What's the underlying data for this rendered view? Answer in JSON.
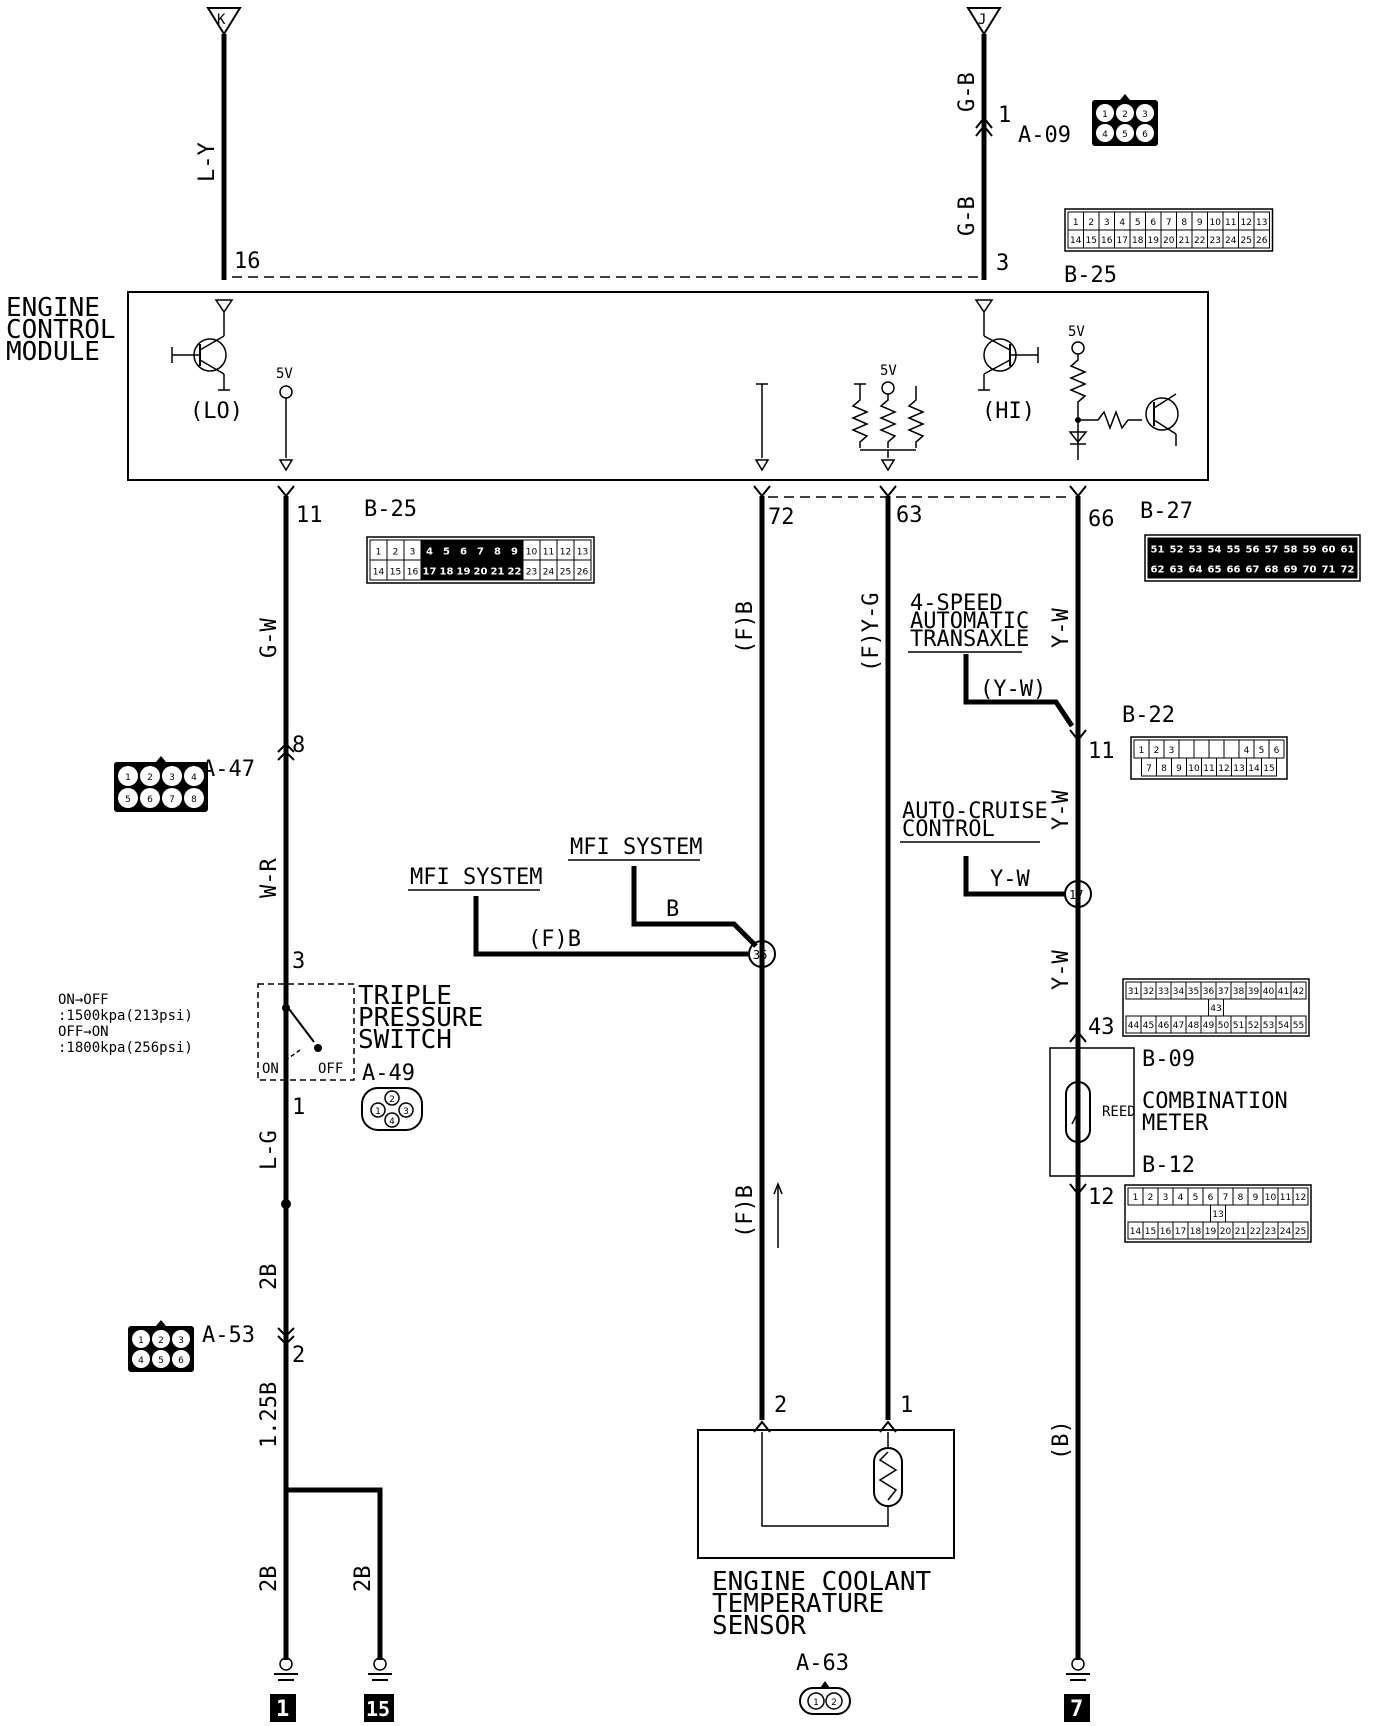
{
  "connectors_top": {
    "k": "K",
    "j": "J"
  },
  "wires": {
    "ly": "L-Y",
    "gb1": "G-B",
    "gb2": "G-B",
    "gw": "G-W",
    "wr": "W-R",
    "lg": "L-G",
    "twoB1": "2B",
    "one25B": "1.25B",
    "twoB_left": "2B",
    "twoB_right": "2B",
    "fb1": "(F)B",
    "fyg": "(F)Y-G",
    "fb2": "(F)B",
    "yw1": "Y-W",
    "yw2": "Y-W",
    "yw3": "Y-W",
    "bparen": "(B)",
    "yw_branch": "(Y-W)",
    "yw_cruise": "Y-W",
    "b_mfi": "B",
    "fb_mfi": "(F)B"
  },
  "pins": {
    "p16": "16",
    "p3_top": "3",
    "p1_a09": "1",
    "p11": "11",
    "p72": "72",
    "p63": "63",
    "p66": "66",
    "p8": "8",
    "p3_sw": "3",
    "p1_sw": "1",
    "p2_a53": "2",
    "p2_ects": "2",
    "p1_ects": "1",
    "p11_b22": "11",
    "p43": "43",
    "p12": "12",
    "junction35": "35",
    "junction17": "17"
  },
  "connectors": {
    "a09": "A-09",
    "b25_top": "B-25",
    "b25": "B-25",
    "b27": "B-27",
    "b22": "B-22",
    "a47": "A-47",
    "a49": "A-49",
    "a53": "A-53",
    "b09": "B-09",
    "b12": "B-12",
    "a63": "A-63"
  },
  "ecm": {
    "title": [
      "ENGINE",
      "CONTROL",
      "MODULE"
    ],
    "lo": "(LO)",
    "hi": "(HI)",
    "v5_1": "5V",
    "v5_2": "5V",
    "v5_3": "5V"
  },
  "labels": {
    "transaxle": [
      "4-SPEED",
      "AUTOMATIC",
      "TRANSAXLE"
    ],
    "cruise": [
      "AUTO-CRUISE",
      "CONTROL"
    ],
    "mfi1": "MFI SYSTEM",
    "mfi2": "MFI SYSTEM",
    "switch": [
      "TRIPLE",
      "PRESSURE",
      "SWITCH"
    ],
    "spec": [
      "ON→OFF",
      ":1500kpa(213psi)",
      "OFF→ON",
      ":1800kpa(256psi)"
    ],
    "on": "ON",
    "off": "OFF",
    "meter": [
      "COMBINATION",
      "METER"
    ],
    "reed": "REED",
    "sensor": [
      "ENGINE COOLANT",
      "TEMPERATURE",
      "SENSOR"
    ]
  },
  "grounds": {
    "g1": "1",
    "g15": "15",
    "g7": "7"
  },
  "connector_pins": {
    "a09": [
      "1",
      "2",
      "3",
      "4",
      "5",
      "6"
    ],
    "b25_top": {
      "row1": [
        "1",
        "2",
        "3",
        "4",
        "5",
        "6",
        "7",
        "8",
        "9",
        "10",
        "11",
        "12",
        "13"
      ],
      "row2": [
        "14",
        "15",
        "16",
        "17",
        "18",
        "19",
        "20",
        "21",
        "22",
        "23",
        "24",
        "25",
        "26"
      ]
    },
    "b25": {
      "row1": [
        "1",
        "2",
        "3",
        "4",
        "5",
        "6",
        "7",
        "8",
        "9",
        "10",
        "11",
        "12",
        "13"
      ],
      "row2": [
        "14",
        "15",
        "16",
        "17",
        "18",
        "19",
        "20",
        "21",
        "22",
        "23",
        "24",
        "25",
        "26"
      ]
    },
    "b27": {
      "row1": [
        "51",
        "52",
        "53",
        "54",
        "55",
        "56",
        "57",
        "58",
        "59",
        "60",
        "61"
      ],
      "row2": [
        "62",
        "63",
        "64",
        "65",
        "66",
        "67",
        "68",
        "69",
        "70",
        "71",
        "72"
      ]
    },
    "b22": {
      "row1": [
        "1",
        "2",
        "3",
        "4",
        "5",
        "6"
      ],
      "row2": [
        "7",
        "8",
        "9",
        "10",
        "11",
        "12",
        "13",
        "14",
        "15"
      ]
    },
    "a47": [
      "1",
      "2",
      "3",
      "4",
      "5",
      "6",
      "7",
      "8"
    ],
    "a49": [
      "1",
      "2",
      "3",
      "4"
    ],
    "a53": [
      "1",
      "2",
      "3",
      "4",
      "5",
      "6"
    ],
    "b09": {
      "row1": [
        "31",
        "32",
        "33",
        "34",
        "35",
        "36",
        "37",
        "38",
        "39",
        "40",
        "41",
        "42"
      ],
      "mid": "43",
      "row2": [
        "44",
        "45",
        "46",
        "47",
        "48",
        "49",
        "50",
        "51",
        "52",
        "53",
        "54",
        "55"
      ]
    },
    "b12": {
      "row1": [
        "1",
        "2",
        "3",
        "4",
        "5",
        "6",
        "7",
        "8",
        "9",
        "10",
        "11",
        "12"
      ],
      "mid": "13",
      "row2": [
        "14",
        "15",
        "16",
        "17",
        "18",
        "19",
        "20",
        "21",
        "22",
        "23",
        "24",
        "25"
      ]
    },
    "a63": [
      "1",
      "2"
    ]
  }
}
